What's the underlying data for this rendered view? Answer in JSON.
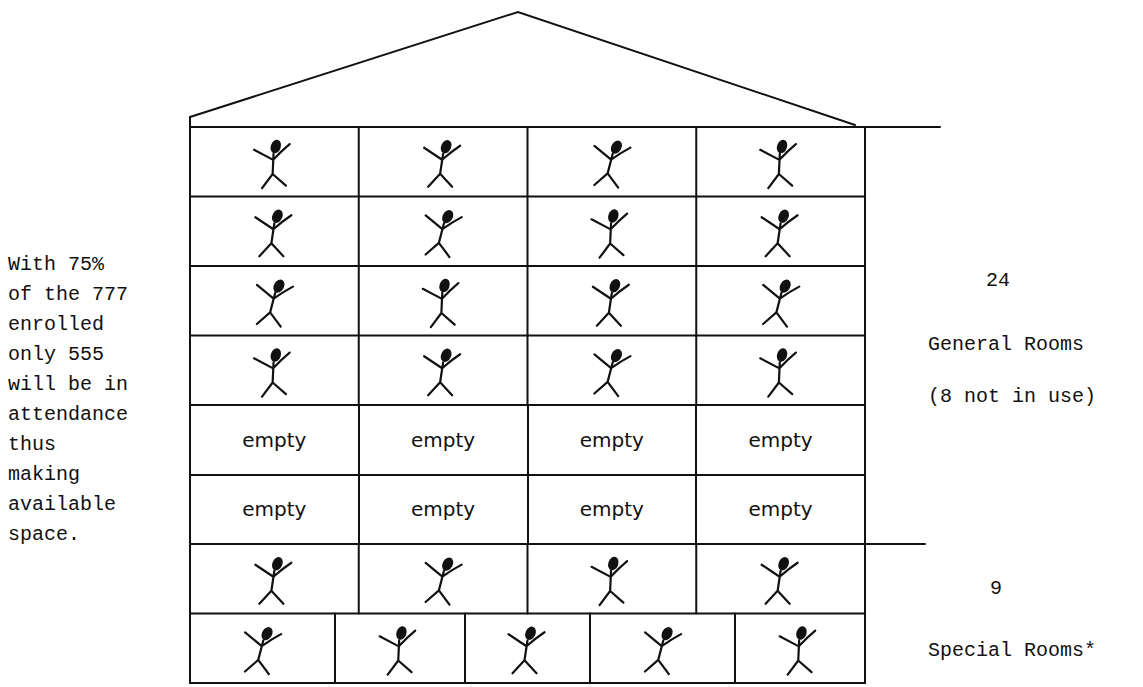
{
  "diagram": {
    "nodes": [
      {
        "text": [
          "empty"
        ]
      },
      {
        "text": [
          "empty"
        ]
      },
      {
        "text": [
          "empty"
        ]
      },
      {
        "text": [
          "empty"
        ]
      },
      {
        "text": [
          "empty"
        ]
      },
      {
        "text": [
          "empty"
        ]
      },
      {
        "text": [
          "empty"
        ]
      },
      {
        "text": [
          "empty"
        ]
      }
    ],
    "labels": [
      "With 75% of the 777 enrolled only 555 will be in attendance thus making available space.",
      "24",
      "General Rooms",
      "(8 not in use)",
      "9",
      "Special Rooms*"
    ]
  }
}
